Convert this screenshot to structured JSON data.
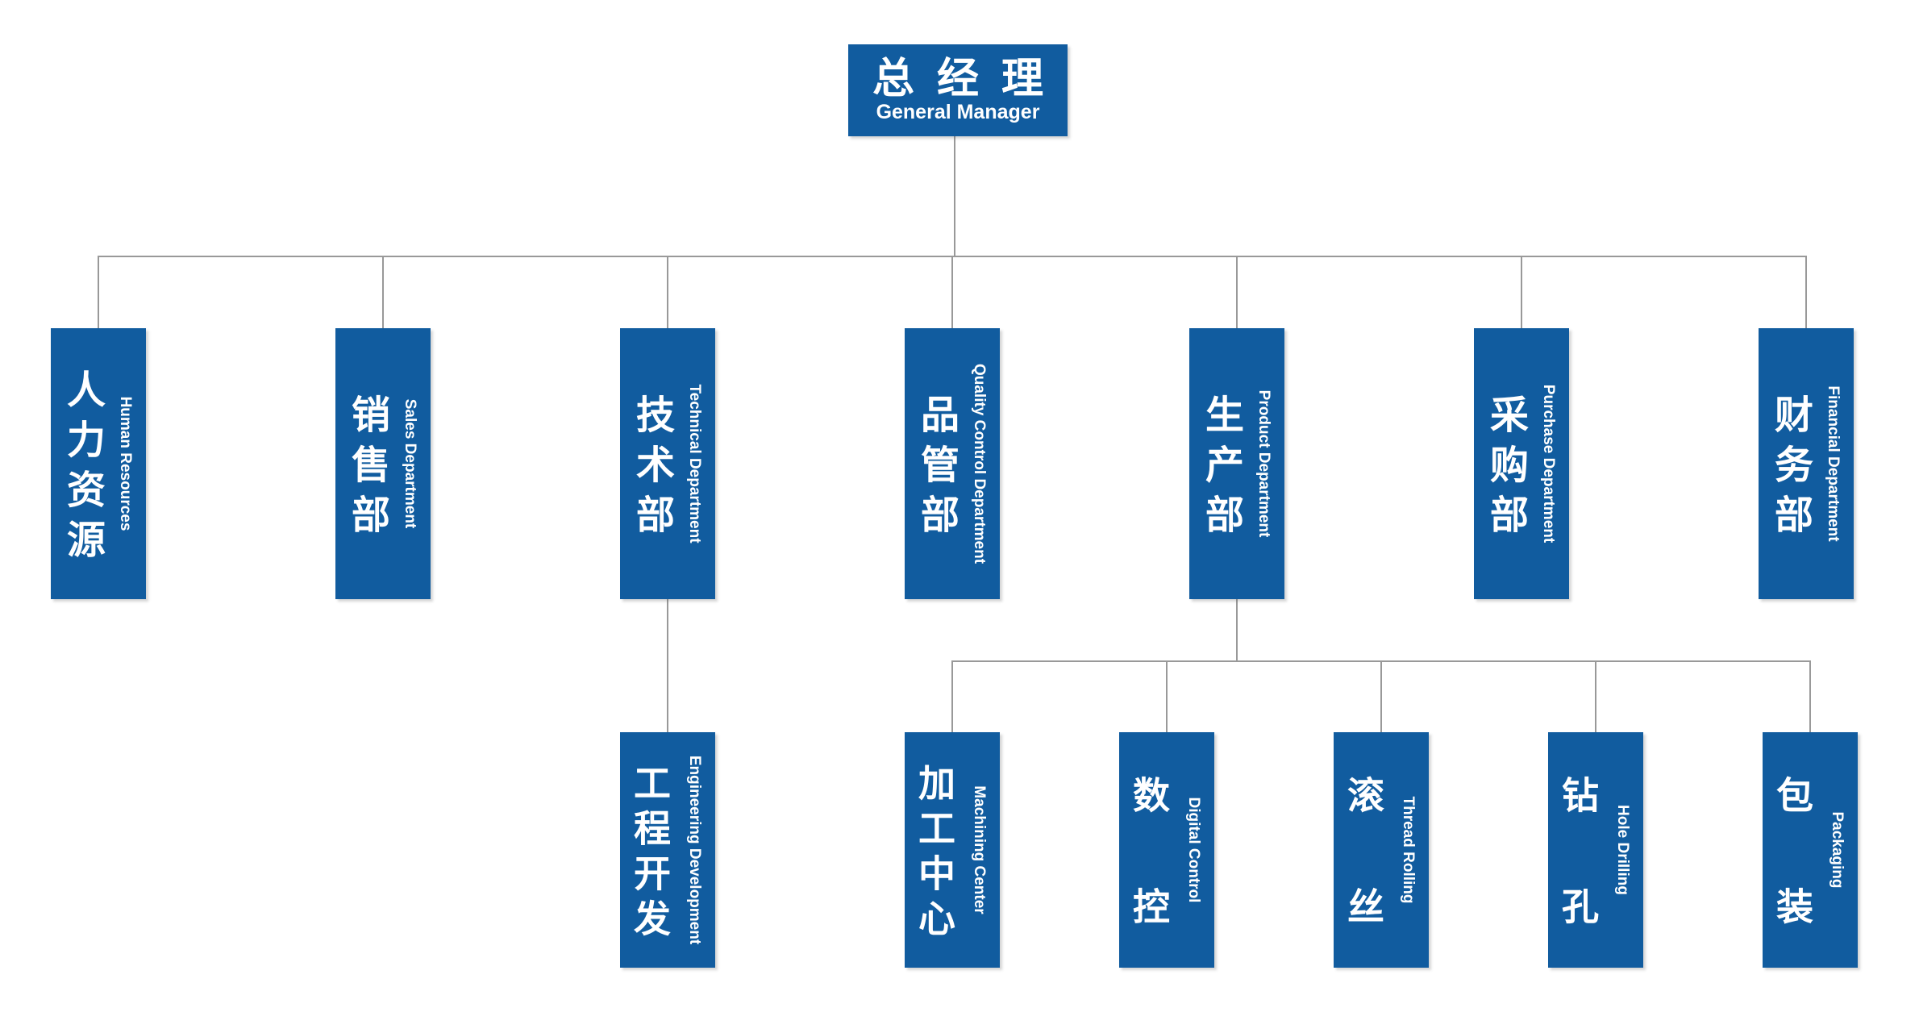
{
  "colors": {
    "box_blue": "#115C9F",
    "line_gray": "#999999",
    "text_white": "#ffffff"
  },
  "root": {
    "title_cn": "总经理",
    "title_en": "General Manager"
  },
  "level2": [
    {
      "cn": "人力资源",
      "en": "Human Resources"
    },
    {
      "cn": "销售部",
      "en": "Sales Department"
    },
    {
      "cn": "技术部",
      "en": "Technical Department"
    },
    {
      "cn": "品管部",
      "en": "Quality Control Department"
    },
    {
      "cn": "生产部",
      "en": "Product Department"
    },
    {
      "cn": "采购部",
      "en": "Purchase Department"
    },
    {
      "cn": "财务部",
      "en": "Financial Department"
    }
  ],
  "level3_technical": [
    {
      "cn": "工程开发",
      "en": "Engineering Development"
    }
  ],
  "level3_product": [
    {
      "cn": "加工中心",
      "en": "Machining Center"
    },
    {
      "cn": "数控",
      "en": "Digital Control"
    },
    {
      "cn": "滚丝",
      "en": "Thread Rolling"
    },
    {
      "cn": "钻孔",
      "en": "Hole Drilling"
    },
    {
      "cn": "包装",
      "en": "Packaging"
    }
  ]
}
